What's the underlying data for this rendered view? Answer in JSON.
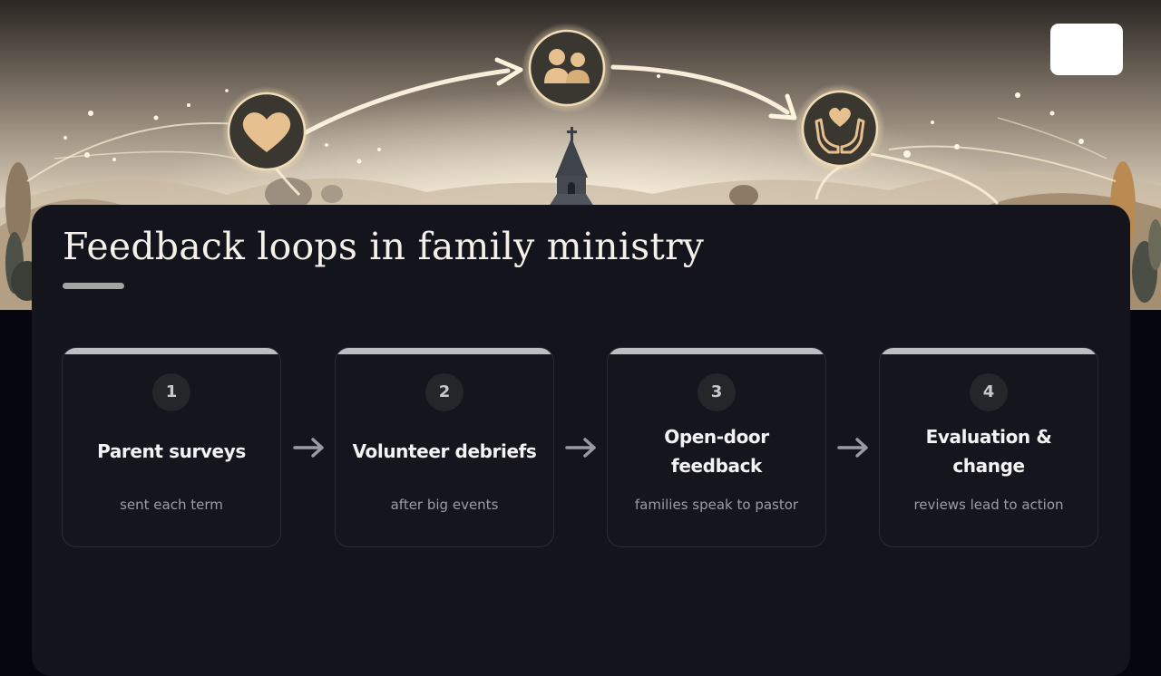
{
  "title": "Feedback loops in family ministry",
  "hero": {
    "icons": [
      "heart-icon",
      "people-icon",
      "hands-heart-icon"
    ],
    "steeple": "church-steeple"
  },
  "colors": {
    "panel": "#14141d",
    "background": "#06060f",
    "accent_gold": "#e8c592",
    "icon_disc": "#3a3630"
  },
  "steps": [
    {
      "number": "1",
      "title": "Parent surveys",
      "subtitle": "sent each term"
    },
    {
      "number": "2",
      "title": "Volunteer debriefs",
      "subtitle": "after big events"
    },
    {
      "number": "3",
      "title": "Open-door feedback",
      "subtitle": "families speak to pastor"
    },
    {
      "number": "4",
      "title": "Evaluation & change",
      "subtitle": "reviews lead to action"
    }
  ],
  "connector_icon": "arrow-right-icon"
}
